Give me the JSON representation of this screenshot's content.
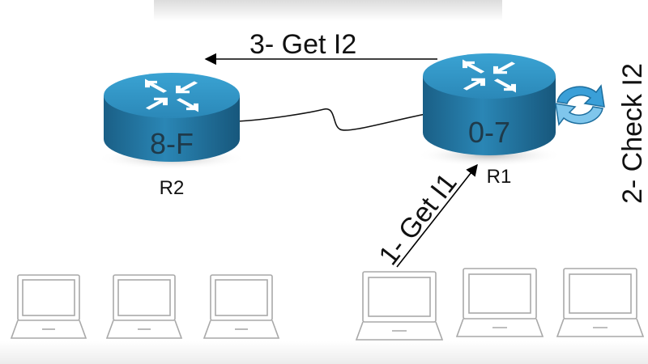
{
  "routers": [
    {
      "id": "r2",
      "name": "R2",
      "range": "8-F"
    },
    {
      "id": "r1",
      "name": "R1",
      "range": "0-7"
    }
  ],
  "steps": {
    "step1": "1- Get I1",
    "step2": "2- Check I2",
    "step3": "3- Get I2"
  },
  "colors": {
    "router_top": "#2f90bf",
    "router_side": "#1f6f99",
    "arrow": "#000000",
    "laptop_outline": "#a9a9a9",
    "refresh_icon": "#3a9fd8"
  },
  "icons": {
    "router_arrows": "router-arrows-icon",
    "refresh": "refresh-icon",
    "laptop": "laptop-icon"
  },
  "laptops": [
    "laptop-1",
    "laptop-2",
    "laptop-3",
    "laptop-4",
    "laptop-5",
    "laptop-6"
  ]
}
